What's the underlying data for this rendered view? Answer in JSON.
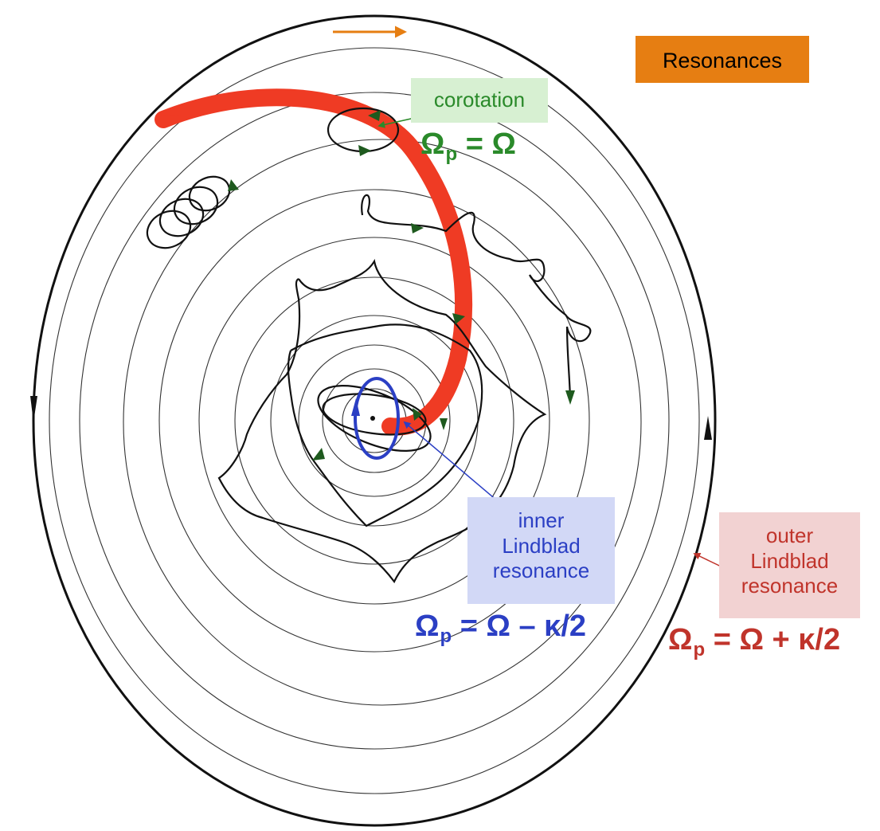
{
  "title": "Resonances",
  "labels": {
    "corotation": {
      "text": "corotation",
      "formula_lhs": "Ω",
      "formula_sub": "p",
      "formula_rhs": " = Ω"
    },
    "inner": {
      "line1": "inner",
      "line2": "Lindblad",
      "line3": "resonance",
      "formula_lhs": "Ω",
      "formula_sub": "p",
      "formula_rhs": " = Ω – κ/2"
    },
    "outer": {
      "line1": "outer",
      "line2": "Lindblad",
      "line3": "resonance",
      "formula_lhs": "Ω",
      "formula_sub": "p",
      "formula_rhs": " = Ω + κ/2"
    }
  },
  "colors": {
    "title_box": "#e67e12",
    "corotation": "#2a8a2a",
    "corotation_box": "#d7f0d2",
    "inner": "#2b3fc4",
    "inner_box": "#d2d8f6",
    "outer": "#c0342b",
    "outer_box": "#f2d2d2",
    "spiral_arm": "#ef3b24",
    "orbit_arrows": "#1e5a1e"
  }
}
